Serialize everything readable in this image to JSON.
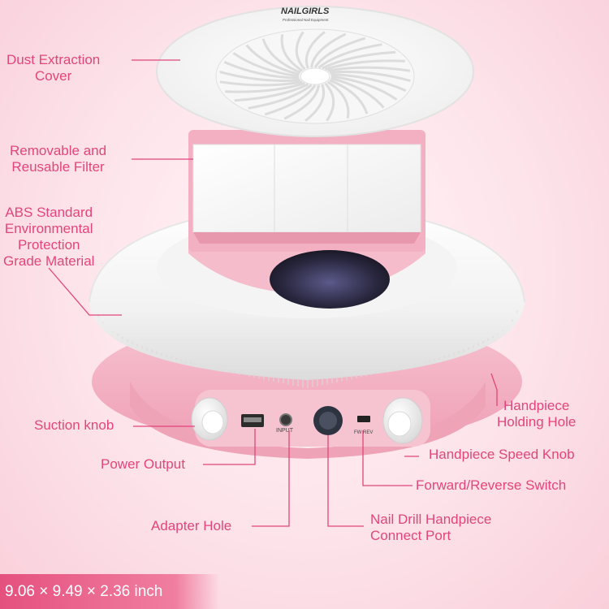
{
  "brand": {
    "name": "NAILGIRLS",
    "tagline": "Professional Nail Equipment"
  },
  "device_marks": {
    "input": "INPUT",
    "fw_rev": "FW  REV"
  },
  "callouts": {
    "dust_cover": [
      "Dust Extraction",
      "Cover"
    ],
    "filter": [
      "Removable and",
      "Reusable Filter"
    ],
    "abs_material": [
      "ABS Standard",
      "Environmental",
      "Protection",
      "Grade Material"
    ],
    "handpiece_hole": [
      "Handpiece",
      "Holding Hole"
    ],
    "suction_knob": "Suction knob",
    "power_output": "Power Output",
    "speed_knob": "Handpiece Speed Knob",
    "fw_switch": "Forward/Reverse Switch",
    "adapter_hole": "Adapter Hole",
    "drill_port": [
      "Nail Drill Handpiece",
      "Connect Port"
    ]
  },
  "dimensions": "9.06 × 9.49 × 2.36 inch",
  "colors": {
    "accent": "#e2457c",
    "device_pink": "#f3b3c4",
    "device_white": "#fbfbfb",
    "background": "#fde3ea"
  }
}
